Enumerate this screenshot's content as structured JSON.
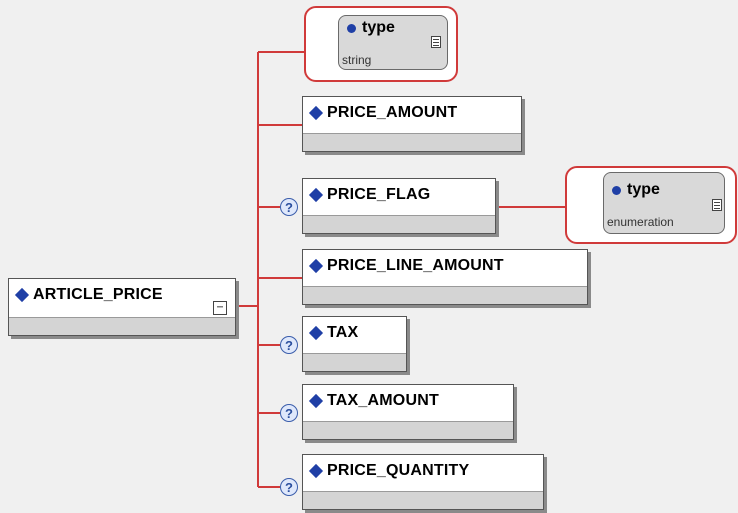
{
  "root": {
    "name": "ARTICLE_PRICE"
  },
  "children": [
    {
      "name": "PRICE_AMOUNT",
      "optional": false
    },
    {
      "name": "PRICE_FLAG",
      "optional": true
    },
    {
      "name": "PRICE_LINE_AMOUNT",
      "optional": false
    },
    {
      "name": "TAX",
      "optional": true
    },
    {
      "name": "TAX_AMOUNT",
      "optional": true
    },
    {
      "name": "PRICE_QUANTITY",
      "optional": true
    }
  ],
  "attributes": [
    {
      "name": "type",
      "value": "string"
    },
    {
      "name": "type",
      "value": "enumeration"
    }
  ],
  "optional_marker": "?",
  "sequence_marker": "⋯",
  "colors": {
    "connector": "#d03a3a",
    "diamond": "#1f3fa6",
    "background": "#f0f0f0"
  }
}
